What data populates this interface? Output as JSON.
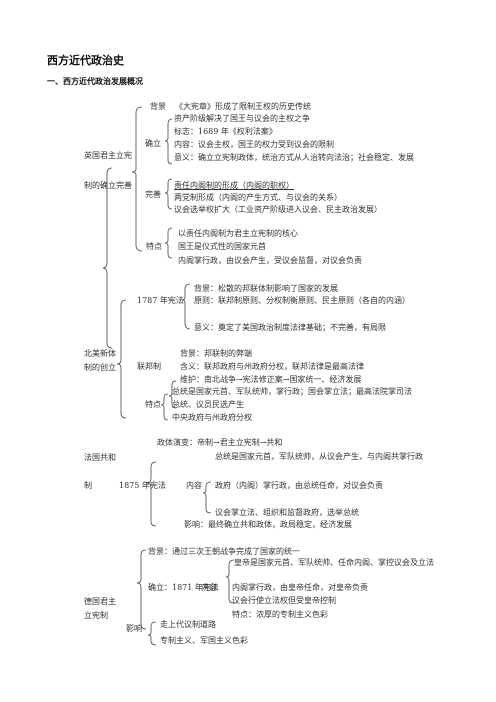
{
  "title": "西方近代政治史",
  "section1": "一、西方近代政治发展概况",
  "uk": {
    "label_a": "英国君主立宪",
    "label_b": "制的确立完善",
    "background_label": "背景",
    "background_text": "《大宪章》形成了限制王权的历史传统",
    "establish_label": "确立",
    "establish_items": [
      "资产阶级解决了国王与议会的主权之争",
      "标志：1689 年《权利法案》",
      "内容：议会主权，国王的权力受到议会的限制",
      "意义：确立立宪制政体，统治方式从人治转向法治；社会稳定、发展"
    ],
    "improve_label": "完善",
    "improve_items": [
      "责任内阁制的形成（内阁的职权）",
      "两党制形成（内阁的产生方式、与议会的关系）",
      "议会选举权扩大（工业资产阶级进入议会、民主政治发展）"
    ],
    "features_label": "特点",
    "features_items": [
      "以责任内阁制为君主立宪制的核心",
      "国王是仪式性的国家元首",
      "内阁掌行政，由议会产生，受议会监督，对议会负责"
    ]
  },
  "us": {
    "label_a": "北美新体",
    "label_b": "制的创立",
    "constitution_label": "1787 年宪法",
    "constitution_items": [
      "背景：松散的邦联体制影响了国家的发展",
      "原则：联邦制原则、分权制衡原则、民主原则（各自的内涵）",
      "意义：奠定了美国政治制度法律基础；不完善，有局限"
    ],
    "federal_label": "联邦制",
    "federal_items": [
      "背景：邦联制的弊端",
      "含义：联邦政府与州政府分权，联邦法律是最高法律",
      "维护：南北战争→宪法修正案→国家统一、经济发展"
    ],
    "features_label": "特点",
    "features_items": [
      "总统是国家元首、军队统帅，掌行政；国会掌立法；最高法院掌司法",
      "总统、议员民选产生",
      "中央政府与州政府分权"
    ]
  },
  "france": {
    "label_a": "法国共和",
    "label_b": "制",
    "evolution": "政体演变：帝制→君主立宪制→共和",
    "constitution_label": "1875 年宪法",
    "content_label": "内容",
    "content_items": [
      "总统是国家元首，军队统帅，从议会产生，与内阁共掌行政",
      "政府（内阁）掌行政，由总统任命，对议会负责",
      "议会掌立法、组织和监督政府，选举总统"
    ],
    "impact": "影响：最终确立共和政体，政局稳定，经济发展"
  },
  "germany": {
    "label_a": "德国君主",
    "label_b": "立宪制",
    "background": "背景：通过三次王朝战争完成了国家的统一",
    "establish_label": "确立：1871 年宪法",
    "content_label": "内容",
    "content_items": [
      "皇帝是国家元首、军队统帅、任命内阁、掌控议会及立法",
      "内阁掌行政，由皇帝任命，对皇帝负责",
      "议会行使立法权但受皇帝控制"
    ],
    "features": "特点：浓厚的专制主义色彩",
    "influence_label": "影响",
    "influence_items": [
      "走上代议制道路",
      "专制主义、军国主义色彩"
    ]
  }
}
